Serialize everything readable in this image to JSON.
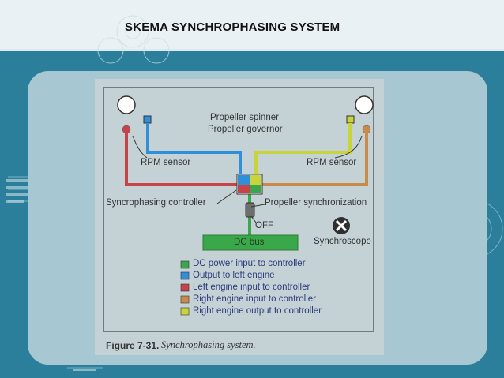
{
  "slide": {
    "title": "SKEMA SYNCHROPHASING SYSTEM"
  },
  "diagram": {
    "labels": {
      "propeller_spinner": "Propeller spinner",
      "propeller_governor": "Propeller governor",
      "rpm_sensor_left": "RPM sensor",
      "rpm_sensor_right": "RPM sensor",
      "syncrophasing_controller": "Syncrophasing controller",
      "propeller_synchronization": "Propeller synchronization",
      "off": "OFF",
      "dc_bus": "DC bus",
      "synchroscope": "Synchroscope"
    },
    "legend": [
      {
        "label": "DC power input to controller",
        "color": "#3aa84a"
      },
      {
        "label": "Output to left engine",
        "color": "#2f8fd8"
      },
      {
        "label": "Left engine input to controller",
        "color": "#c8424a"
      },
      {
        "label": "Right engine input to controller",
        "color": "#c98a4a"
      },
      {
        "label": "Right engine output to controller",
        "color": "#c9d43a"
      }
    ],
    "caption": {
      "figure_number": "Figure 7-31.",
      "text": "Synchrophasing system."
    }
  }
}
